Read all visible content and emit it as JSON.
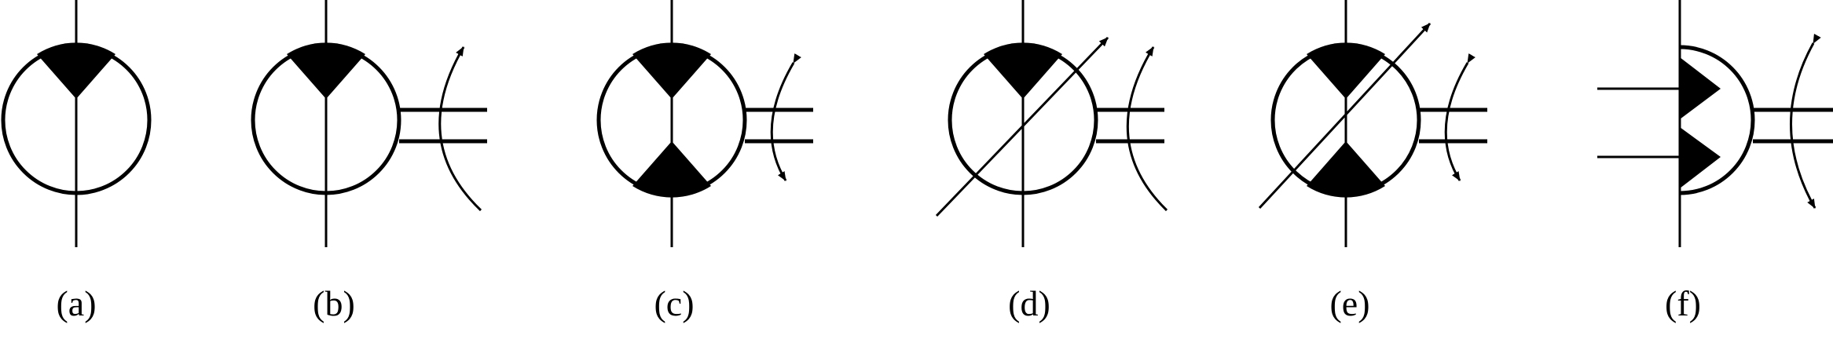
{
  "symbols": [
    {
      "label": "(a)"
    },
    {
      "label": "(b)"
    },
    {
      "label": "(c)"
    },
    {
      "label": "(d)"
    },
    {
      "label": "(e)"
    },
    {
      "label": "(f)"
    }
  ],
  "colors": {
    "stroke": "#000000",
    "fill": "#000000",
    "background": "#ffffff"
  }
}
